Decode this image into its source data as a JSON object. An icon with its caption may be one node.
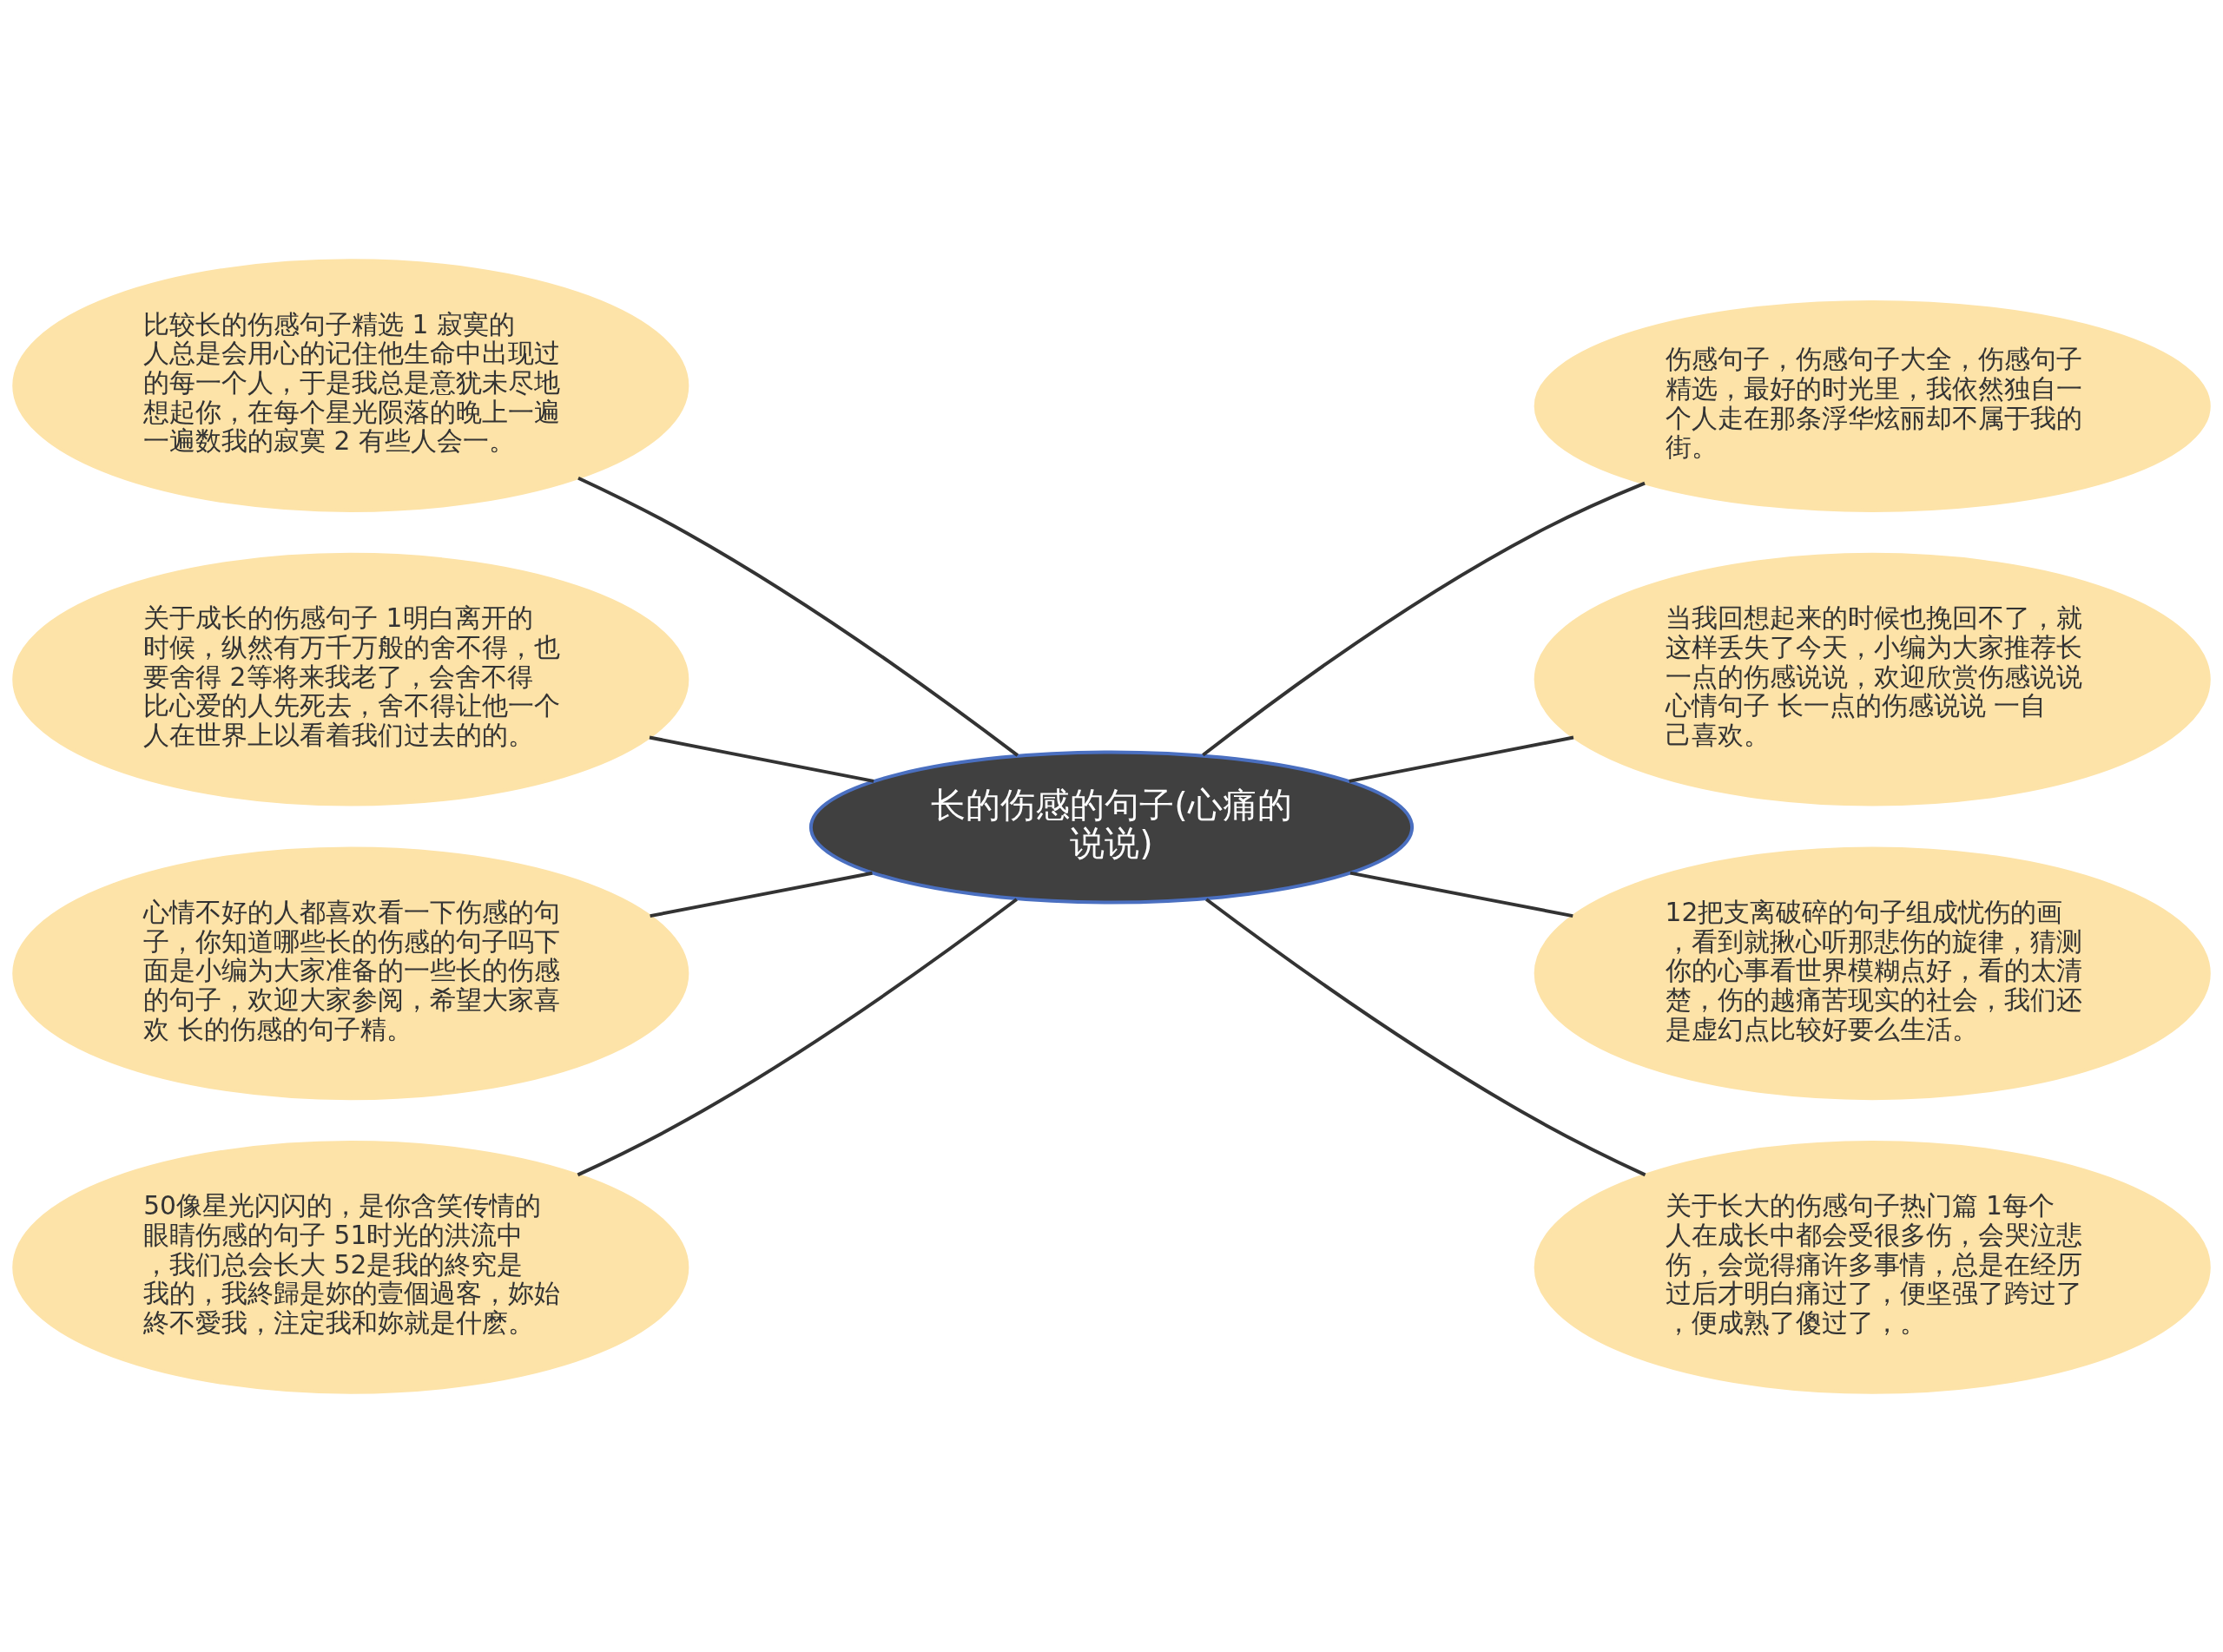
{
  "diagram": {
    "nodes": [
      {
        "text": [
          "长的伤感的句子(心痛的说说)"
        ]
      },
      {
        "text": [
          "比较长的伤感句子精选 1 寂寞的人总是会用心的记住他生命中出现过的每一个人，于是我总是意犹未尽地想起你，在每个星光陨落的晚上一遍一遍数我的寂寞 2 有些人会一。"
        ]
      },
      {
        "text": [
          "关于成长的伤感句子 1明白离开的时候，纵然有万千万般的舍不得，也要舍得 2等将来我老了，会舍不得比心爱的人先死去，舍不得让他一个人在世界上以看着我们过去的的。"
        ]
      },
      {
        "text": [
          "心情不好的人都喜欢看一下伤感的句子，你知道哪些长的伤感的句子吗下面是小编为大家准备的一些长的伤感的句子，欢迎大家参阅，希望大家喜欢 长的伤感的句子精。"
        ]
      },
      {
        "text": [
          "50像星光闪闪的，是你含笑传情的眼睛伤感的句子 51时光的洪流中，我们总会长大 52是我的終究是我的，我終歸是妳的壹個過客，妳始終不愛我，注定我和妳就是什麽。"
        ]
      },
      {
        "text": [
          "伤感句子，伤感句子大全，伤感句子精选，最好的时光里，我依然独自一个人走在那条浮华炫丽却不属于我的街。"
        ]
      },
      {
        "text": [
          "当我回想起来的时候也挽回不了，就这样丢失了今天，小编为大家推荐长一点的伤感说说，欢迎欣赏伤感说说心情句子 长一点的伤感说说 一自己喜欢。"
        ]
      },
      {
        "text": [
          "12把支离破碎的句子组成忧伤的画，看到就揪心听那悲伤的旋律，猜测你的心事看世界模糊点好，看的太清楚，伤的越痛苦现实的社会，我们还是虚幻点比较好要么生活。"
        ]
      },
      {
        "text": [
          "关于长大的伤感句子热门篇 1每个人在成长中都会受很多伤，会哭泣悲伤，会觉得痛许多事情，总是在经历过后才明白痛过了，便坚强了跨过了，便成熟了傻过了，。"
        ]
      }
    ],
    "edges": [
      {
        "from": 1,
        "to": 0,
        "arrow": "none"
      },
      {
        "from": 2,
        "to": 0,
        "arrow": "none"
      },
      {
        "from": 3,
        "to": 0,
        "arrow": "none"
      },
      {
        "from": 4,
        "to": 0,
        "arrow": "none"
      },
      {
        "from": 0,
        "to": 5,
        "arrow": "none"
      },
      {
        "from": 0,
        "to": 6,
        "arrow": "none"
      },
      {
        "from": 0,
        "to": 7,
        "arrow": "none"
      },
      {
        "from": 0,
        "to": 8,
        "arrow": "none"
      }
    ]
  }
}
